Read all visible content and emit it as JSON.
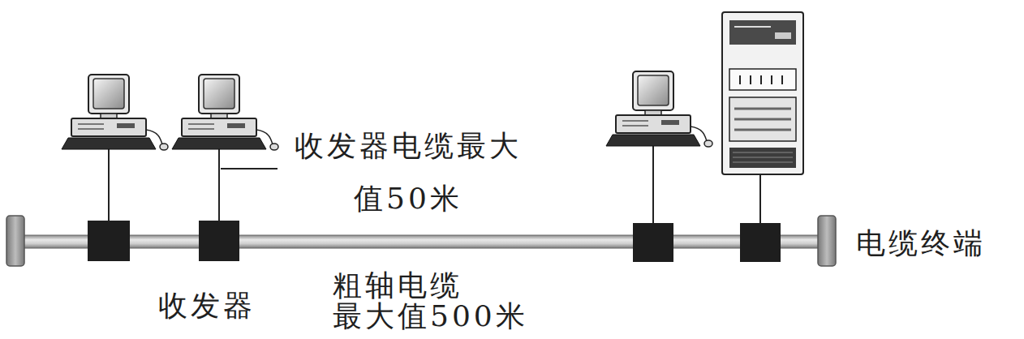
{
  "diagram": {
    "labels": [
      "收发器电缆最大 值50米",
      "收发器",
      "粗轴电缆 最大值500米",
      "电缆终端"
    ]
  }
}
